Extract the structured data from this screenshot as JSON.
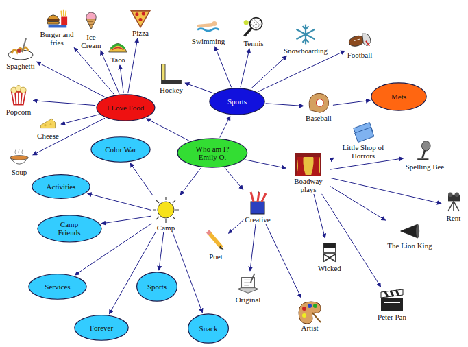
{
  "diagram": {
    "nodes": [
      {
        "text": [
          "Who am I? Emily O."
        ]
      },
      {
        "text": [
          "I Love Food"
        ]
      },
      {
        "text": [
          "Sports"
        ]
      },
      {
        "text": [
          "Boadway plays"
        ]
      },
      {
        "text": [
          "Camp"
        ]
      },
      {
        "text": [
          "Creative"
        ]
      },
      {
        "text": [
          "Spaghetti"
        ]
      },
      {
        "text": [
          "Burger and fries"
        ]
      },
      {
        "text": [
          "Ice Cream"
        ]
      },
      {
        "text": [
          "Taco"
        ]
      },
      {
        "text": [
          "Pizza"
        ]
      },
      {
        "text": [
          "Popcorn"
        ]
      },
      {
        "text": [
          "Cheese"
        ]
      },
      {
        "text": [
          "Soup"
        ]
      },
      {
        "text": [
          "Swimming"
        ]
      },
      {
        "text": [
          "Tennis"
        ]
      },
      {
        "text": [
          "Snowboarding"
        ]
      },
      {
        "text": [
          "Football"
        ]
      },
      {
        "text": [
          "Hockey"
        ]
      },
      {
        "text": [
          "Baseball"
        ]
      },
      {
        "text": [
          "Mets"
        ]
      },
      {
        "text": [
          "Little Shop of Horrors"
        ]
      },
      {
        "text": [
          "Spelling Bee"
        ]
      },
      {
        "text": [
          "Rent"
        ]
      },
      {
        "text": [
          "The Lion King"
        ]
      },
      {
        "text": [
          "Peter Pan"
        ]
      },
      {
        "text": [
          "Wicked"
        ]
      },
      {
        "text": [
          "Poet"
        ]
      },
      {
        "text": [
          "Original"
        ]
      },
      {
        "text": [
          "Artist"
        ]
      },
      {
        "text": [
          "Color War"
        ]
      },
      {
        "text": [
          "Activities"
        ]
      },
      {
        "text": [
          "Camp Friends"
        ]
      },
      {
        "text": [
          "Services"
        ]
      },
      {
        "text": [
          "Sports"
        ]
      },
      {
        "text": [
          "Forever"
        ]
      },
      {
        "text": [
          "Snack"
        ]
      }
    ],
    "edges": [
      {
        "from": 0,
        "to": 1,
        "arrow": "to"
      },
      {
        "from": 0,
        "to": 2,
        "arrow": "to"
      },
      {
        "from": 0,
        "to": 3,
        "arrow": "to"
      },
      {
        "from": 0,
        "to": 4,
        "arrow": "to"
      },
      {
        "from": 0,
        "to": 5,
        "arrow": "to"
      },
      {
        "from": 1,
        "to": 6,
        "arrow": "to"
      },
      {
        "from": 1,
        "to": 7,
        "arrow": "to"
      },
      {
        "from": 1,
        "to": 8,
        "arrow": "to"
      },
      {
        "from": 1,
        "to": 9,
        "arrow": "to"
      },
      {
        "from": 1,
        "to": 10,
        "arrow": "to"
      },
      {
        "from": 1,
        "to": 11,
        "arrow": "to"
      },
      {
        "from": 1,
        "to": 12,
        "arrow": "to"
      },
      {
        "from": 1,
        "to": 13,
        "arrow": "to"
      },
      {
        "from": 2,
        "to": 14,
        "arrow": "to"
      },
      {
        "from": 2,
        "to": 15,
        "arrow": "to"
      },
      {
        "from": 2,
        "to": 16,
        "arrow": "to"
      },
      {
        "from": 2,
        "to": 17,
        "arrow": "to"
      },
      {
        "from": 2,
        "to": 18,
        "arrow": "to"
      },
      {
        "from": 2,
        "to": 19,
        "arrow": "to"
      },
      {
        "from": 19,
        "to": 20,
        "arrow": "to"
      },
      {
        "from": 3,
        "to": 21,
        "arrow": "to"
      },
      {
        "from": 3,
        "to": 22,
        "arrow": "to"
      },
      {
        "from": 3,
        "to": 23,
        "arrow": "to"
      },
      {
        "from": 3,
        "to": 24,
        "arrow": "to"
      },
      {
        "from": 3,
        "to": 25,
        "arrow": "to"
      },
      {
        "from": 3,
        "to": 26,
        "arrow": "to"
      },
      {
        "from": 5,
        "to": 27,
        "arrow": "to"
      },
      {
        "from": 5,
        "to": 28,
        "arrow": "to"
      },
      {
        "from": 5,
        "to": 29,
        "arrow": "to"
      },
      {
        "from": 4,
        "to": 30,
        "arrow": "to"
      },
      {
        "from": 4,
        "to": 31,
        "arrow": "to"
      },
      {
        "from": 4,
        "to": 32,
        "arrow": "to"
      },
      {
        "from": 4,
        "to": 33,
        "arrow": "to"
      },
      {
        "from": 4,
        "to": 34,
        "arrow": "to"
      },
      {
        "from": 4,
        "to": 35,
        "arrow": "to"
      },
      {
        "from": 4,
        "to": 36,
        "arrow": "to"
      }
    ]
  }
}
